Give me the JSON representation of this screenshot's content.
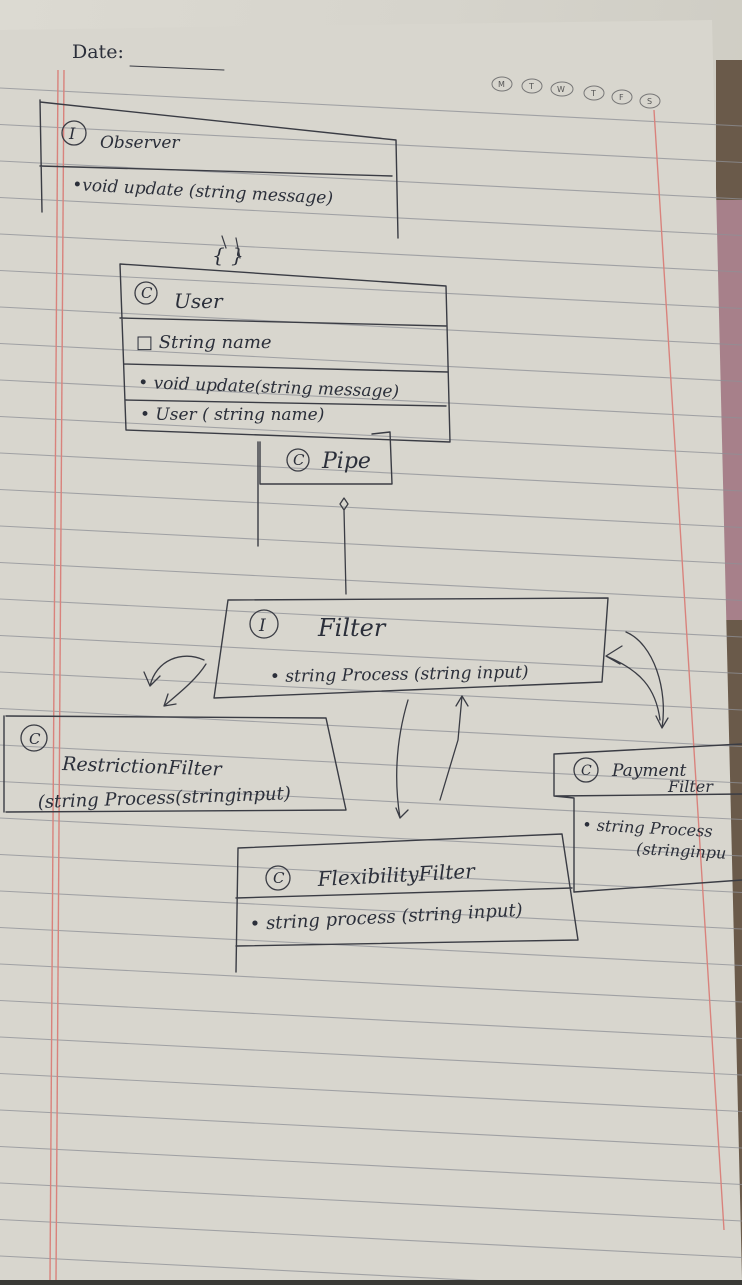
{
  "header": {
    "date_label": "Date:",
    "day_boxes": [
      "M",
      "T",
      "W",
      "T",
      "F",
      "S"
    ]
  },
  "diagram": {
    "observer": {
      "stereotype": "I",
      "name": "Observer",
      "methods": [
        "•void update (string message)"
      ]
    },
    "realization_label": "{ }",
    "user": {
      "stereotype": "C",
      "name": "User",
      "fields": [
        "□ String name"
      ],
      "methods": [
        "• void update(string message)",
        "• User ( string name)"
      ]
    },
    "pipe": {
      "stereotype": "C",
      "name": "Pipe"
    },
    "filter": {
      "stereotype": "I",
      "name": "Filter",
      "methods": [
        "• string Process (string input)"
      ]
    },
    "restriction_filter": {
      "stereotype": "C",
      "name": "RestrictionFilter",
      "methods": [
        "(string Process(stringinput)"
      ]
    },
    "payment_filter": {
      "stereotype": "C",
      "name_line1": "Payment",
      "name_line2": "Filter",
      "methods": [
        "• string Process",
        "(stringinpu"
      ]
    },
    "flexibility_filter": {
      "stereotype": "C",
      "name": "FlexibilityFilter",
      "methods": [
        "• string process (string input)"
      ]
    }
  },
  "colors": {
    "ink": "#2b2f3a",
    "paper": "#d6d4cc",
    "rule": "#8e9096",
    "margin": "#d9827c"
  }
}
